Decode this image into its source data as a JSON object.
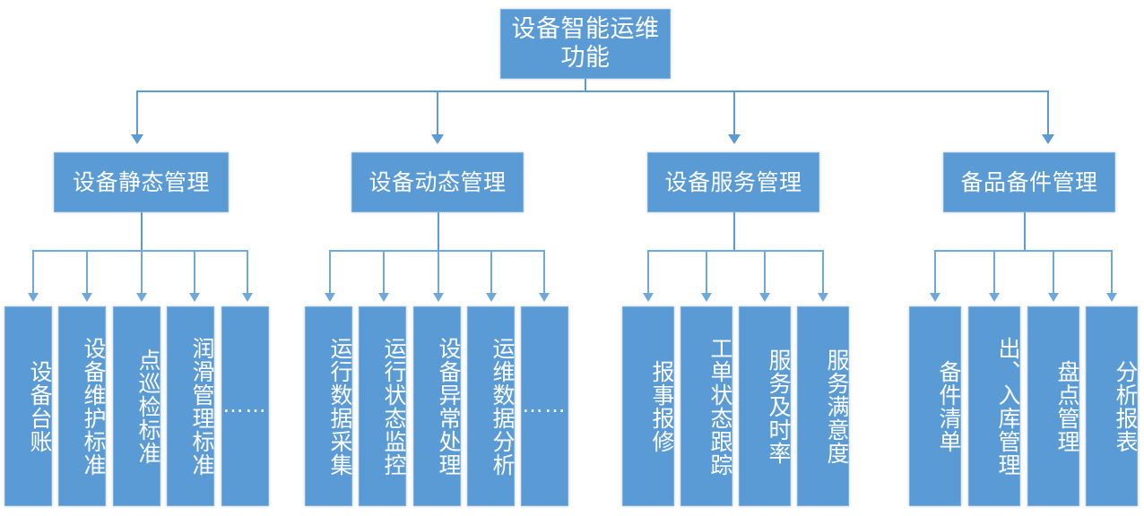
{
  "diagram": {
    "title": "设备智能运维功能",
    "type": "org-chart",
    "colors": {
      "node_fill": "#5B9BD5",
      "node_border": "#7FB2DF",
      "connector": "#5B9BD5",
      "connector_light": "#6FA8DC",
      "text": "#FFFFFF",
      "background": "#FFFFFF"
    },
    "root": {
      "label": "设备智能运维功能"
    },
    "branches": [
      {
        "label": "设备静态管理",
        "leaves": [
          {
            "label": "设备台账",
            "is_ellipsis": false
          },
          {
            "label": "设备维护标准",
            "is_ellipsis": false
          },
          {
            "label": "点巡检标准",
            "is_ellipsis": false
          },
          {
            "label": "润滑管理标准",
            "is_ellipsis": false
          },
          {
            "label": "……",
            "is_ellipsis": true
          }
        ]
      },
      {
        "label": "设备动态管理",
        "leaves": [
          {
            "label": "运行数据采集",
            "is_ellipsis": false
          },
          {
            "label": "运行状态监控",
            "is_ellipsis": false
          },
          {
            "label": "设备异常处理",
            "is_ellipsis": false
          },
          {
            "label": "运维数据分析",
            "is_ellipsis": false
          },
          {
            "label": "……",
            "is_ellipsis": true
          }
        ]
      },
      {
        "label": "设备服务管理",
        "leaves": [
          {
            "label": "报事报修",
            "is_ellipsis": false
          },
          {
            "label": "工单状态跟踪",
            "is_ellipsis": false
          },
          {
            "label": "服务及时率",
            "is_ellipsis": false
          },
          {
            "label": "服务满意度",
            "is_ellipsis": false
          }
        ]
      },
      {
        "label": "备品备件管理",
        "leaves": [
          {
            "label": "备件清单",
            "is_ellipsis": false
          },
          {
            "label": "出、入库管理",
            "is_ellipsis": false
          },
          {
            "label": "盘点管理",
            "is_ellipsis": false
          },
          {
            "label": "分析报表",
            "is_ellipsis": false
          }
        ]
      }
    ]
  }
}
